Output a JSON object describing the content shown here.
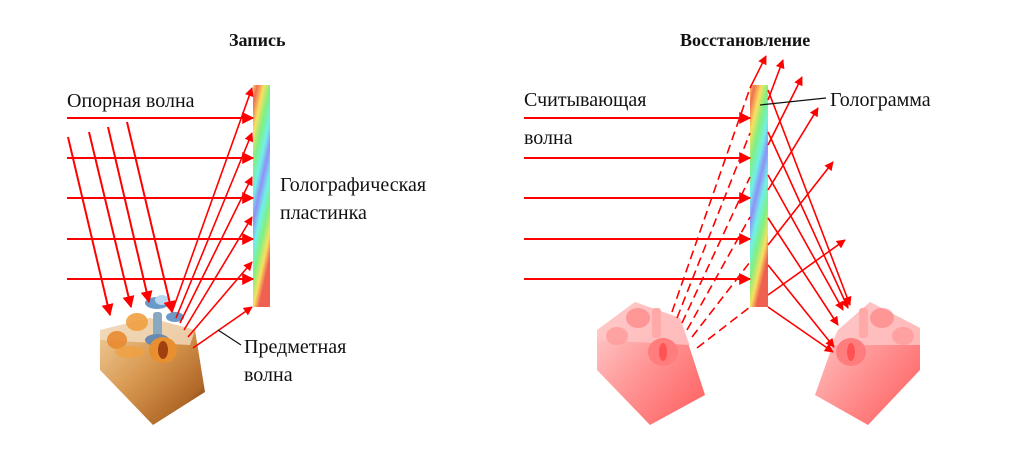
{
  "recording": {
    "title": "Запись",
    "labels": {
      "reference_wave": "Опорная волна",
      "plate_line1": "Голографическая",
      "plate_line2": "пластинка",
      "object_wave_line1": "Предметная",
      "object_wave_line2": "волна"
    }
  },
  "reconstruction": {
    "title": "Восстановление",
    "labels": {
      "reading_wave_line1": "Считывающая",
      "reading_wave_line2": "волна",
      "hologram": "Голограмма"
    }
  },
  "colors": {
    "ray": "#ff0000",
    "text": "#111111",
    "virtual_object_tint": "#ff6b6b"
  }
}
